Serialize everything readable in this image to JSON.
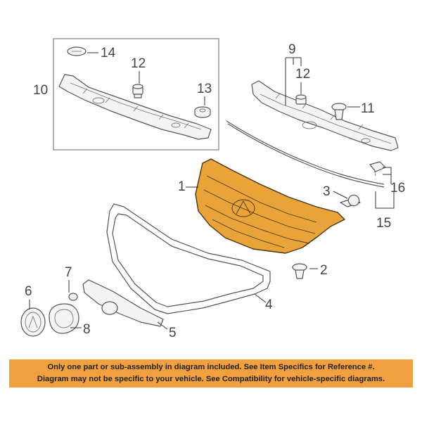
{
  "colors": {
    "highlight_part": "#e8a43a",
    "highlight_stroke": "#4a3410",
    "banner_bg": "#f0a040",
    "line": "#555555",
    "callout_text": "#444444"
  },
  "callouts": {
    "c1": "1",
    "c2": "2",
    "c3": "3",
    "c4": "4",
    "c5": "5",
    "c6": "6",
    "c7": "7",
    "c8": "8",
    "c9": "9",
    "c10": "10",
    "c11": "11",
    "c12a": "12",
    "c12b": "12",
    "c13": "13",
    "c14": "14",
    "c15": "15",
    "c16": "16"
  },
  "notice": {
    "line1": "Only one part or sub-assembly in diagram included. See Item Specifics for Reference #.",
    "line2": "Diagram may not be specific to your vehicle. See Compatibility for vehicle-specific diagrams."
  }
}
